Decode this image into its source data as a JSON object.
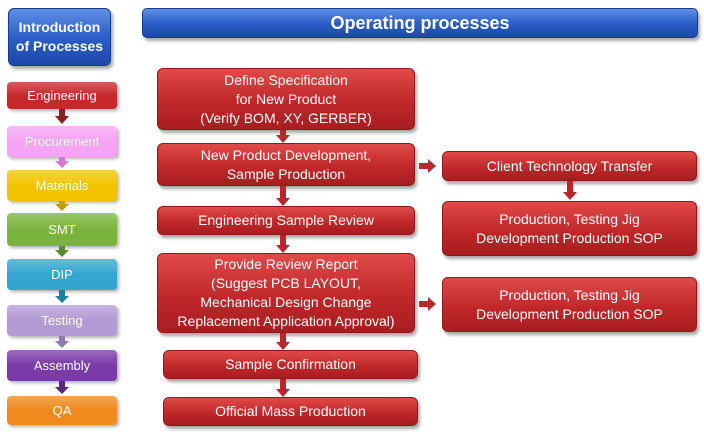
{
  "colors": {
    "process_red": "#c0282a",
    "title_blue": "#2c5fc7",
    "arrow_red": "#c0282a"
  },
  "sidebar": {
    "title": "Introduction\nof Processes",
    "steps": [
      {
        "label": "Engineering",
        "color": "#c8282b",
        "text_color": "#ffffff"
      },
      {
        "label": "Procurement",
        "color": "#f4a4f2",
        "text_color": "#ffffff"
      },
      {
        "label": "Materials",
        "color": "#f2c400",
        "text_color": "#ffffff"
      },
      {
        "label": "SMT",
        "color": "#7ab43c",
        "text_color": "#ffffff"
      },
      {
        "label": "DIP",
        "color": "#33a6cf",
        "text_color": "#ffffff"
      },
      {
        "label": "Testing",
        "color": "#b39bd6",
        "text_color": "#ffffff"
      },
      {
        "label": "Assembly",
        "color": "#7a3aa8",
        "text_color": "#ffffff"
      },
      {
        "label": "QA",
        "color": "#f08a1c",
        "text_color": "#ffffff"
      }
    ]
  },
  "main": {
    "title": "Operating processes",
    "steps": [
      {
        "text": "Define Specification\nfor New Product\n(Verify BOM, XY, GERBER)"
      },
      {
        "text": "New Product Development,\nSample Production"
      },
      {
        "text": "Engineering Sample Review"
      },
      {
        "text": "Provide Review Report\n(Suggest PCB LAYOUT,\nMechanical Design Change\nReplacement Application Approval)"
      },
      {
        "text": "Sample Confirmation"
      },
      {
        "text": "Official Mass Production"
      }
    ],
    "side_steps": [
      {
        "text": "Client Technology Transfer"
      },
      {
        "text": "Production, Testing Jig\nDevelopment Production SOP"
      },
      {
        "text": "Production, Testing Jig\nDevelopment Production SOP"
      }
    ]
  }
}
